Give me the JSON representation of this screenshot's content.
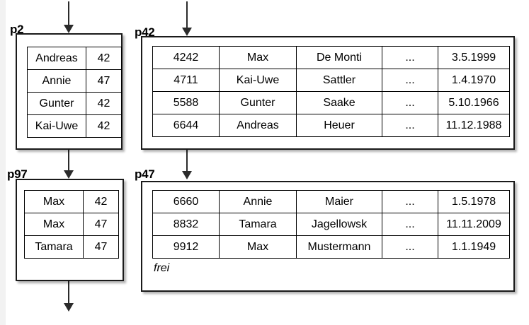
{
  "diagram": {
    "title": "B-tree index pages and heap data pages",
    "background_color": "#ffffff",
    "line_color": "#1a1a1a",
    "pages": [
      {
        "id": "p2",
        "label": "p2",
        "kind": "index",
        "rows": [
          {
            "key": "Andreas",
            "value": "42"
          },
          {
            "key": "Annie",
            "value": "47"
          },
          {
            "key": "Gunter",
            "value": "42"
          },
          {
            "key": "Kai-Uwe",
            "value": "42"
          }
        ]
      },
      {
        "id": "p42",
        "label": "p42",
        "kind": "data",
        "rows": [
          {
            "c0": "4242",
            "c1": "Max",
            "c2": "De Monti",
            "c3": "...",
            "c4": "3.5.1999"
          },
          {
            "c0": "4711",
            "c1": "Kai-Uwe",
            "c2": "Sattler",
            "c3": "...",
            "c4": "1.4.1970"
          },
          {
            "c0": "5588",
            "c1": "Gunter",
            "c2": "Saake",
            "c3": "...",
            "c4": "5.10.1966"
          },
          {
            "c0": "6644",
            "c1": "Andreas",
            "c2": "Heuer",
            "c3": "...",
            "c4": "11.12.1988"
          }
        ],
        "free_label": ""
      },
      {
        "id": "p97",
        "label": "p97",
        "kind": "index",
        "rows": [
          {
            "key": "Max",
            "value": "42"
          },
          {
            "key": "Max",
            "value": "47"
          },
          {
            "key": "Tamara",
            "value": "47"
          }
        ]
      },
      {
        "id": "p47",
        "label": "p47",
        "kind": "data",
        "rows": [
          {
            "c0": "6660",
            "c1": "Annie",
            "c2": "Maier",
            "c3": "...",
            "c4": "1.5.1978"
          },
          {
            "c0": "8832",
            "c1": "Tamara",
            "c2": "Jagellowsk",
            "c3": "...",
            "c4": "11.11.2009"
          },
          {
            "c0": "9912",
            "c1": "Max",
            "c2": "Mustermann",
            "c3": "...",
            "c4": "1.1.1949"
          }
        ],
        "free_label": "frei"
      }
    ],
    "arrows": [
      {
        "id": "arrow-into-p2",
        "name": "arrow-down-into-p2"
      },
      {
        "id": "arrow-into-p42",
        "name": "arrow-down-into-p42"
      },
      {
        "id": "arrow-p2-to-p97",
        "name": "arrow-down-p2-to-p97"
      },
      {
        "id": "arrow-p42-to-p47",
        "name": "arrow-down-p42-to-p47"
      },
      {
        "id": "arrow-out-of-p97",
        "name": "arrow-down-out-of-p97"
      }
    ]
  }
}
